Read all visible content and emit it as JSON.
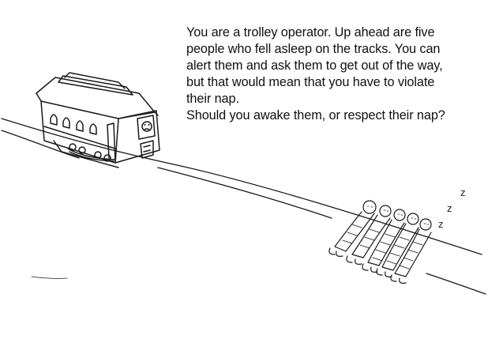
{
  "caption": {
    "lines": [
      "You are a trolley operator. Up ahead are five",
      "people who fell asleep on the tracks. You can",
      "alert them and ask them to get out of the way,",
      "but that would mean that you have to violate",
      "their nap.",
      "Should you awake them, or respect their nap?"
    ]
  },
  "sleep_marks": [
    "z",
    "z",
    "z"
  ],
  "colors": {
    "ink": "#111111",
    "background": "#ffffff"
  },
  "sleeper_count": 5
}
